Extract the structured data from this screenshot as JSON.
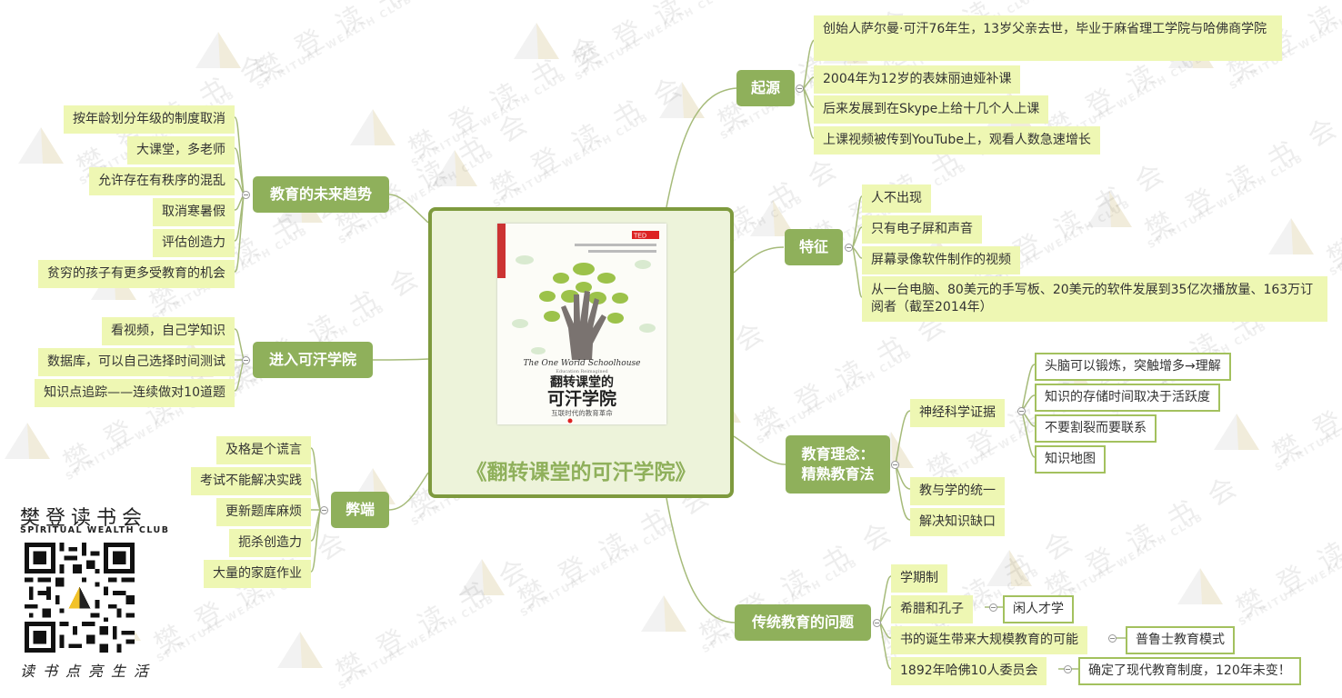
{
  "center": {
    "title": "《翻转课堂的可汗学院》",
    "book_cover": {
      "en_title": "The One World Schoolhouse",
      "en_subtitle": "Education Reimagined",
      "cn_title_line1": "翻转课堂的",
      "cn_title_line2": "可汗学院",
      "cn_subtitle": "互联时代的教育革命",
      "tag": "TED"
    }
  },
  "branches": {
    "origin": {
      "label": "起源",
      "items": [
        "创始人萨尔曼·可汗76年生，13岁父亲去世，毕业于麻省理工学院与哈佛商学院",
        "2004年为12岁的表妹丽迪娅补课",
        "后来发展到在Skype上给十几个人上课",
        "上课视频被传到YouTube上，观看人数急速增长"
      ]
    },
    "features": {
      "label": "特征",
      "items": [
        "人不出现",
        "只有电子屏和声音",
        "屏幕录像软件制作的视频",
        "从一台电脑、80美元的手写板、20美元的软件发展到35亿次播放量、163万订阅者（截至2014年）"
      ]
    },
    "philosophy": {
      "label_line1": "教育理念：",
      "label_line2": "精熟教育法",
      "neuro": {
        "label": "神经科学证据",
        "items": [
          "头脑可以锻炼，突触增多→理解",
          "知识的存储时间取决于活跃度",
          "不要割裂而要联系",
          "知识地图"
        ]
      },
      "items": [
        "教与学的统一",
        "解决知识缺口"
      ]
    },
    "tradition": {
      "label": "传统教育的问题",
      "items": [
        {
          "text": "学期制",
          "child": ""
        },
        {
          "text": "希腊和孔子",
          "child": "闲人才学"
        },
        {
          "text": "书的诞生带来大规模教育的可能",
          "child": "普鲁士教育模式"
        },
        {
          "text": "1892年哈佛10人委员会",
          "child": "确定了现代教育制度，120年未变！"
        }
      ]
    },
    "future": {
      "label": "教育的未来趋势",
      "items": [
        "按年龄划分年级的制度取消",
        "大课堂，多老师",
        "允许存在有秩序的混乱",
        "取消寒暑假",
        "评估创造力",
        "贫穷的孩子有更多受教育的机会"
      ]
    },
    "enter": {
      "label": "进入可汗学院",
      "items": [
        "看视频，自己学知识",
        "数据库，可以自己选择时间测试",
        "知识点追踪——连续做对10道题"
      ]
    },
    "drawbacks": {
      "label": "弊端",
      "items": [
        "及格是个谎言",
        "考试不能解决实践",
        "更新题库麻烦",
        "扼杀创造力",
        "大量的家庭作业"
      ]
    }
  },
  "club": {
    "name": "樊登读书会",
    "sub": "SPIRITUAL WEALTH CLUB",
    "slogan": "读书点亮生活"
  },
  "watermark": {
    "text": "樊 登 读 书 会",
    "sub": "SPIRITUAL WEALTH CLUB"
  },
  "colors": {
    "branch_fill": "#8fb05b",
    "leaf_fill": "#eef7b3",
    "wire": "#a6bb7a",
    "center_border": "#7e9a3e",
    "title_green": "#8fb05b"
  }
}
